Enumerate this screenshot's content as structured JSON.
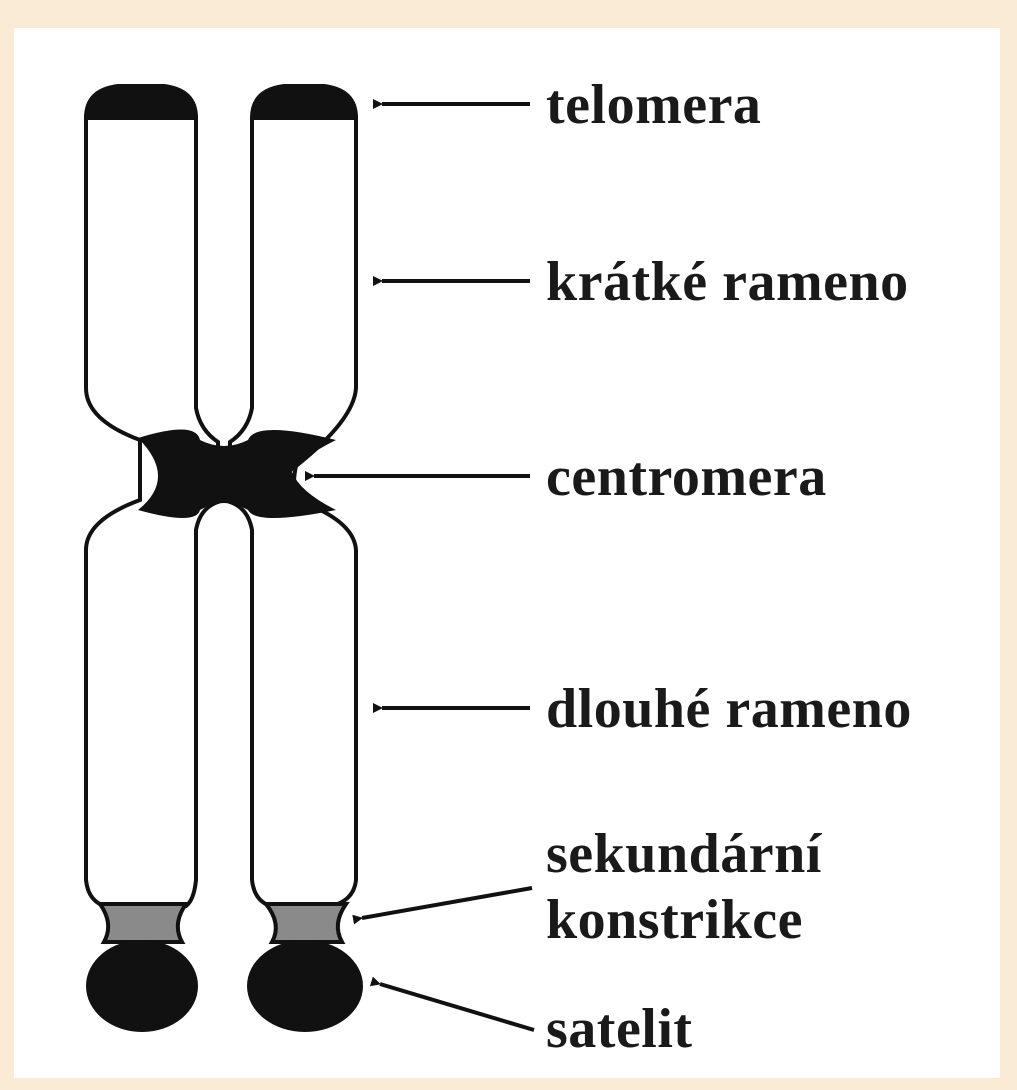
{
  "labels": {
    "telomere": "telomera",
    "short_arm": "krátké rameno",
    "centromere": "centromera",
    "long_arm": "dlouhé rameno",
    "secondary_constriction_line1": "sekundární",
    "secondary_constriction_line2": "konstrikce",
    "satellite": "satelit"
  },
  "colors": {
    "background": "#faecd4",
    "panel": "#ffffff",
    "ink": "#111111",
    "constriction": "#8a8a8a"
  }
}
